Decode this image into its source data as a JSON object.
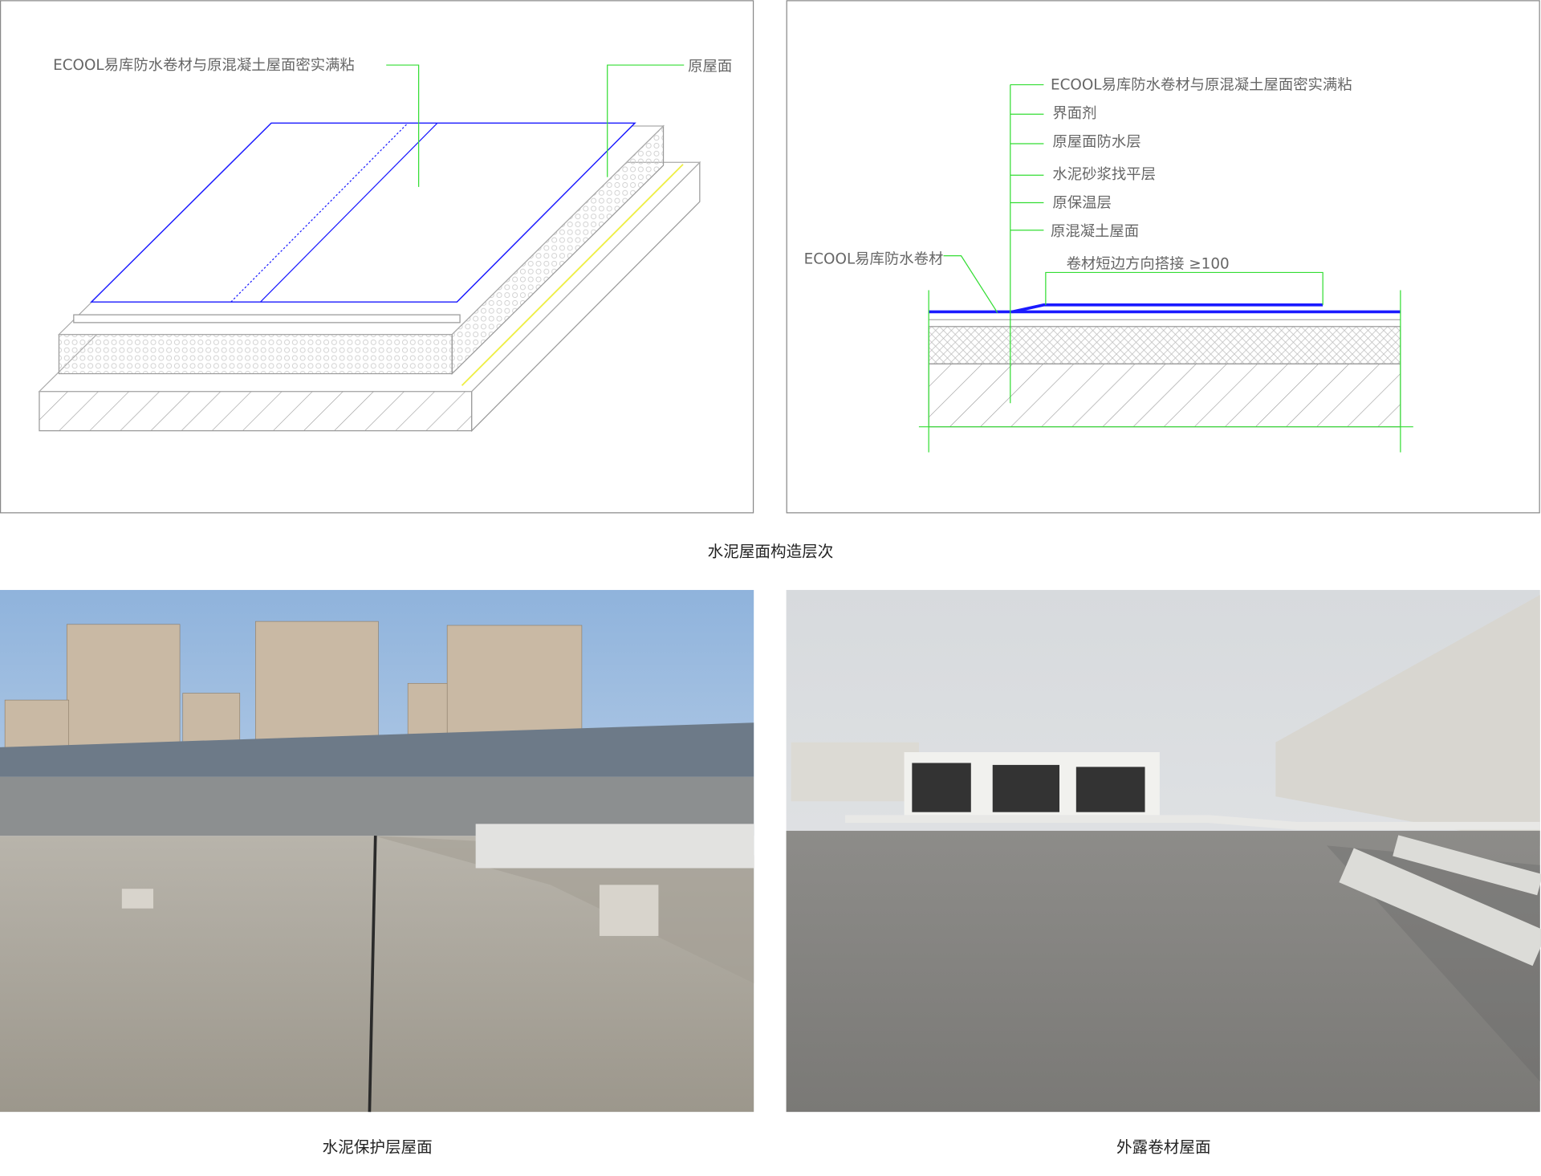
{
  "diagram_left": {
    "label_membrane": "ECOOL易库防水卷材与原混凝土屋面密实满粘",
    "label_roof": "原屋面"
  },
  "diagram_right": {
    "layers": [
      "ECOOL易库防水卷材与原混凝土屋面密实满粘",
      "界面剂",
      "原屋面防水层",
      "水泥砂浆找平层",
      "原保温层",
      "原混凝土屋面"
    ],
    "label_membrane": "ECOOL易库防水卷材",
    "label_overlap": "卷材短边方向搭接 ≥100"
  },
  "captions": {
    "diagrams": "水泥屋面构造层次",
    "photo_left": "水泥保护层屋面",
    "photo_right": "外露卷材屋面"
  },
  "colors": {
    "blue": "#1a1aff",
    "green": "#33dd33",
    "border": "#888888"
  }
}
